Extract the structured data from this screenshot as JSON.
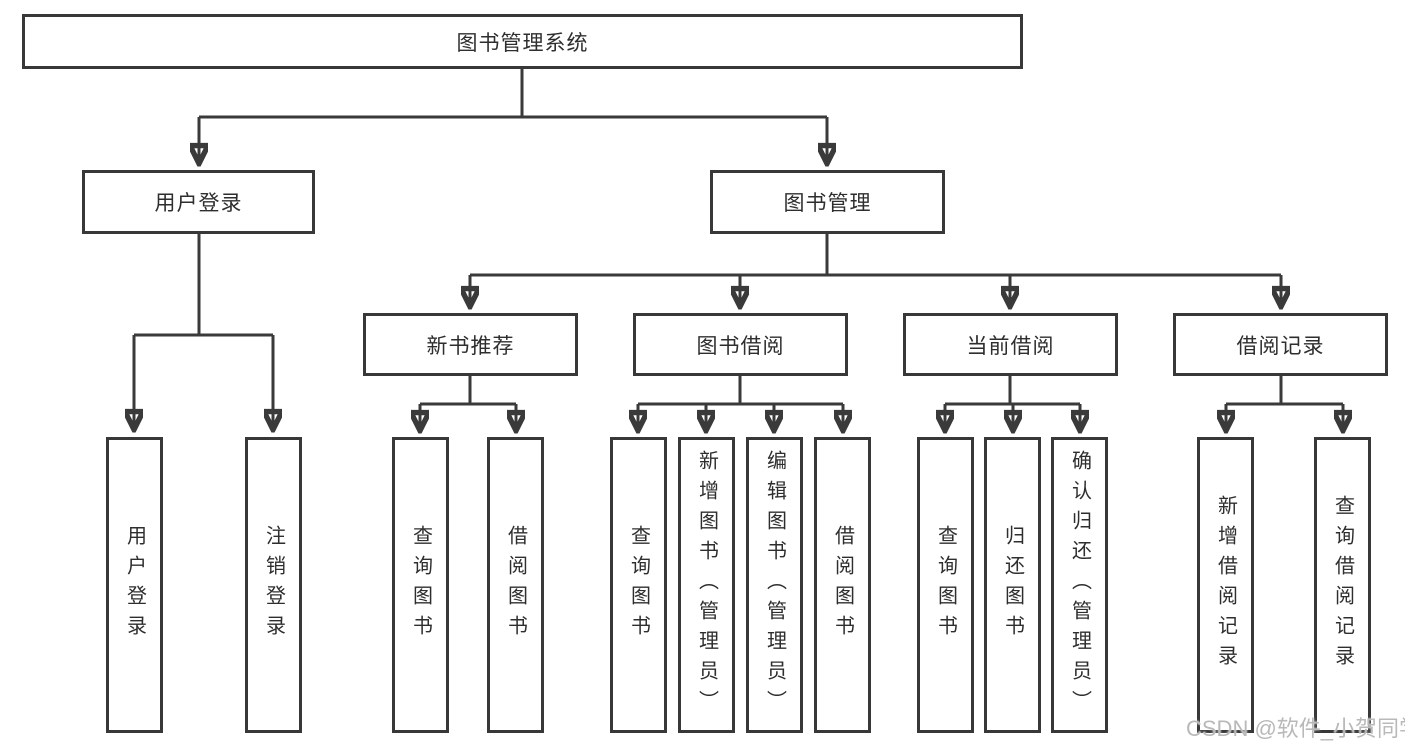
{
  "diagram": {
    "type": "tree",
    "line_color": "#3a3a3a",
    "nodes": {
      "root": {
        "label": "图书管理系统"
      },
      "branches": [
        {
          "label": "用户登录",
          "children": [
            {
              "label": "用户登录"
            },
            {
              "label": "注销登录"
            }
          ]
        },
        {
          "label": "图书管理",
          "children": [
            {
              "label": "新书推荐",
              "children": [
                {
                  "label": "查询图书"
                },
                {
                  "label": "借阅图书"
                }
              ]
            },
            {
              "label": "图书借阅",
              "children": [
                {
                  "label": "查询图书"
                },
                {
                  "label": "新增图书（管理员）"
                },
                {
                  "label": "编辑图书（管理员）"
                },
                {
                  "label": "借阅图书"
                }
              ]
            },
            {
              "label": "当前借阅",
              "children": [
                {
                  "label": "查询图书"
                },
                {
                  "label": "归还图书"
                },
                {
                  "label": "确认归还（管理员）"
                }
              ]
            },
            {
              "label": "借阅记录",
              "children": [
                {
                  "label": "新增借阅记录"
                },
                {
                  "label": "查询借阅记录"
                }
              ]
            }
          ]
        }
      ]
    },
    "watermark": {
      "text": "CSDN @软件_小贺同学",
      "color": "#b9b9b9"
    }
  }
}
